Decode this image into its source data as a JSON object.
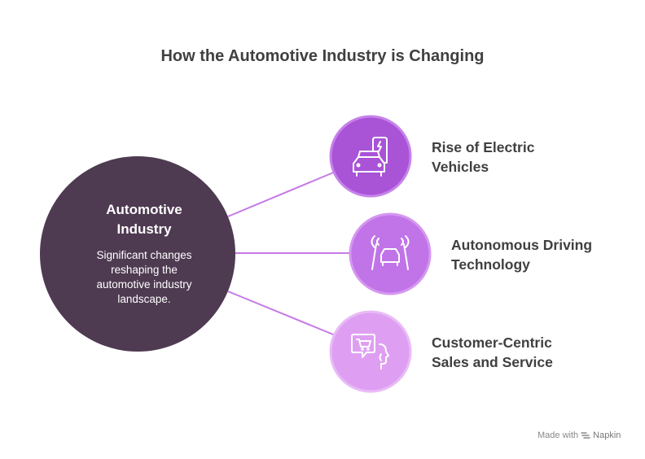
{
  "title": "How the Automotive Industry is Changing",
  "center": {
    "title_line1": "Automotive",
    "title_line2": "Industry",
    "desc_line1": "Significant changes",
    "desc_line2": "reshaping the",
    "desc_line3": "automotive industry",
    "desc_line4": "landscape."
  },
  "items": [
    {
      "line1": "Rise of Electric",
      "line2": "Vehicles",
      "icon": "electric-car-charging-icon",
      "color": "#a953d6"
    },
    {
      "line1": "Autonomous Driving",
      "line2": "Technology",
      "icon": "autonomous-car-icon",
      "color": "#c074e8"
    },
    {
      "line1": "Customer-Centric",
      "line2": "Sales and Service",
      "icon": "shopping-cart-speech-icon",
      "color": "#de9ff2"
    }
  ],
  "colors": {
    "center_fill": "#4e3a51",
    "connector": "#c67ae6",
    "title_text": "#404040"
  },
  "footer": {
    "made_with": "Made with",
    "brand": "Napkin"
  }
}
